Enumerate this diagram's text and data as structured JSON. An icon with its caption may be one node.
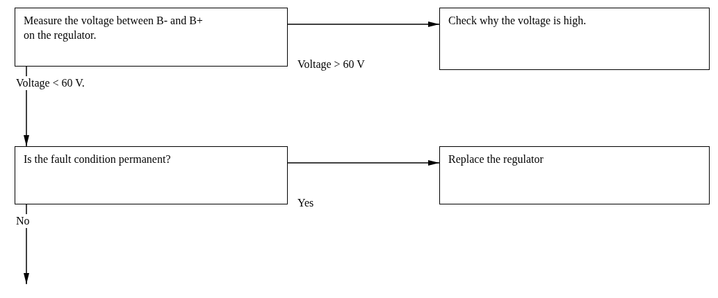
{
  "diagram": {
    "nodes": [
      {
        "text": [
          "Measure the voltage between B- and B+ on the regulator."
        ]
      },
      {
        "text": [
          "Check why the voltage is high."
        ]
      },
      {
        "text": [
          "Is the fault condition permanent?"
        ]
      },
      {
        "text": [
          "Replace the regulator"
        ]
      }
    ],
    "edges": [
      {
        "from": 0,
        "to": 1,
        "arrow": "to",
        "label": "Voltage > 60 V"
      },
      {
        "from": 0,
        "to": 2,
        "arrow": "to",
        "label": "Voltage < 60 V."
      },
      {
        "from": 2,
        "to": 3,
        "arrow": "to",
        "label": "Yes"
      },
      {
        "from": 2,
        "to": null,
        "arrow": "to",
        "label": "No"
      }
    ]
  }
}
